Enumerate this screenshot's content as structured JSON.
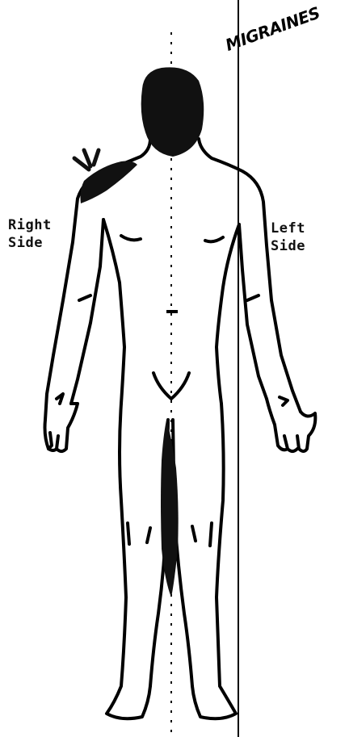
{
  "labels": {
    "right_side_line1": "Right",
    "right_side_line2": "Side",
    "left_side_line1": "Left",
    "left_side_line2": "Side"
  },
  "annotation": {
    "text": "MIGRAINES"
  },
  "colors": {
    "outline": "#000000",
    "shading": "#111111",
    "background": "#ffffff"
  },
  "figure": {
    "view": "anterior",
    "shaded_regions": [
      "head",
      "right-shoulder",
      "inner-thighs"
    ]
  }
}
